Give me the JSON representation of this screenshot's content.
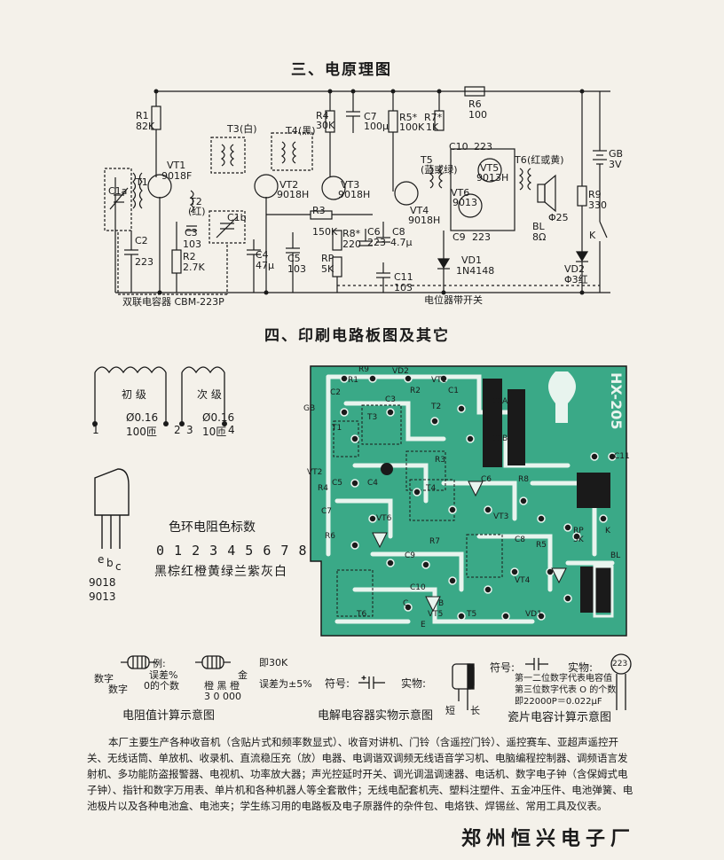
{
  "section3_title": "三、电原理图",
  "section4_title": "四、印刷电路板图及其它",
  "schematic": {
    "labels": {
      "R1": "R1",
      "R1v": "82K",
      "VT1": "VT1",
      "VT1t": "9018F",
      "T1": "T1",
      "C1a": "C1a",
      "C2": "C2",
      "C2v": "223",
      "R2": "R2",
      "R2v": "2.7K",
      "T2": "T2",
      "T2c": "(红)",
      "C3": "C3",
      "C3v": "103",
      "T3": "T3",
      "T3c": "(白)",
      "C1b": "C1b",
      "C4": "C4",
      "C4v": "47μ",
      "VT2": "VT2",
      "VT2t": "9018H",
      "T4": "T4",
      "T4c": "(黑)",
      "C5": "C5",
      "C5v": "103",
      "R4": "R4",
      "R4v": "30K",
      "C7": "C7",
      "C7v": "100μ",
      "VT3": "VT3",
      "VT3t": "9018H",
      "R3": "R3",
      "R3v": "150K",
      "R8": "R8*",
      "R8v": "220",
      "RP": "RP",
      "RPv": "5K",
      "C6": "C6",
      "C6v": "223",
      "C8": "C8",
      "C8v": "4.7μ",
      "C11": "C11",
      "C11v": "103",
      "R5": "R5*",
      "R5v": "100K",
      "R7": "R7*",
      "R7v": "1K",
      "R6": "R6",
      "R6v": "100",
      "T5": "T5",
      "T5c": "(蓝或绿)",
      "VT4": "VT4",
      "VT4t": "9018H",
      "C10": "C10",
      "C10v": "223",
      "VT5": "VT5",
      "VT5t": "9013H",
      "VT6": "VT6",
      "VT6t": "9013",
      "C9": "C9",
      "C9v": "223",
      "VD1": "VD1",
      "VD1t": "1N4148",
      "T6": "T6",
      "T6c": "(红或黄)",
      "BL": "BL",
      "BLv": "8Ω",
      "BLd": "Φ25",
      "GB": "GB",
      "GBv": "3V",
      "R9": "R9",
      "R9v": "330",
      "K": "K",
      "VD2": "VD2",
      "VD2t": "Φ3红",
      "dual_cap": "双联电容器 CBM-223P",
      "pot_switch": "电位器带开关"
    }
  },
  "transformer": {
    "primary": "初 级",
    "secondary": "次 级",
    "wire1": "Ø0.16",
    "turns1": "100匝",
    "wire2": "Ø0.16",
    "turns2": "10匝",
    "pins": [
      "1",
      "2",
      "3",
      "4"
    ]
  },
  "transistor": {
    "pins": [
      "e",
      "b",
      "c"
    ],
    "models": [
      "9018",
      "9013"
    ]
  },
  "color_code": {
    "title": "色环电阻色标数",
    "digits": "0 1 2 3 4 5 6 7 8 9",
    "colors": "黑棕红橙黄绿兰紫灰白"
  },
  "pcb": {
    "model": "HX-205",
    "labels": [
      "R9",
      "VD2",
      "R1",
      "VT1",
      "C2",
      "C1",
      "C3",
      "R2",
      "GB",
      "T2",
      "T1",
      "T3",
      "C1A",
      "C1B",
      "R3",
      "C11",
      "VT2",
      "C4",
      "C5",
      "R4",
      "C6",
      "R8",
      "T4",
      "VT3",
      "VT6",
      "R6",
      "C7",
      "R5",
      "RP",
      "5K",
      "K",
      "R7",
      "C8",
      "C9",
      "BL",
      "VT4",
      "C10",
      "T6",
      "VT5",
      "T5",
      "VD1",
      "C",
      "B",
      "E"
    ]
  },
  "resistor_calc": {
    "example": "例:",
    "digit1": "数字",
    "digit2": "数字",
    "tolerance": "误差%",
    "zeros": "0的个数",
    "gold": "金",
    "bands": "橙 黑 橙",
    "band_values": "3  0  000",
    "result": "即30K",
    "result_tol": "误差为±5%",
    "caption": "电阻值计算示意图"
  },
  "electrolytic": {
    "symbol_label": "符号:",
    "real_label": "实物:",
    "short": "短",
    "long": "长",
    "caption": "电解电容器实物示意图"
  },
  "ceramic": {
    "symbol_label": "符号:",
    "real_label": "实物:",
    "value": "223",
    "note1": "第一二位数字代表电容值",
    "note2": "第三位数字代表 O 的个数",
    "note3": "即22000P＝0.022μF",
    "caption": "瓷片电容计算示意图"
  },
  "advert": "本厂主要生产各种收音机（含贴片式和频率数显式）、收音对讲机、门铃（含遥控门铃）、遥控赛车、亚超声遥控开关、无线话筒、单放机、收录机、直流稳压充（放）电器、电调谐双调频无线语音学习机、电脑编程控制器、调频语言发射机、多功能防盗报警器、电视机、功率放大器；声光控延时开关、调光调温调速器、电话机、数字电子钟（含保姆式电子钟）、指针和数字万用表、单片机和各种机器人等全套散件；无线电配套机壳、塑料注塑件、五金冲压件、电池弹簧、电池极片以及各种电池盒、电池夹；学生练习用的电路板及电子原器件的杂件包、电烙铁、焊锡丝、常用工具及仪表。",
  "factory": "郑州恒兴电子厂",
  "colors": {
    "pcb_fill": "#3aa987",
    "ink": "#1a1a1a",
    "paper": "#f4f1ea",
    "watermark": "#e8a060"
  }
}
